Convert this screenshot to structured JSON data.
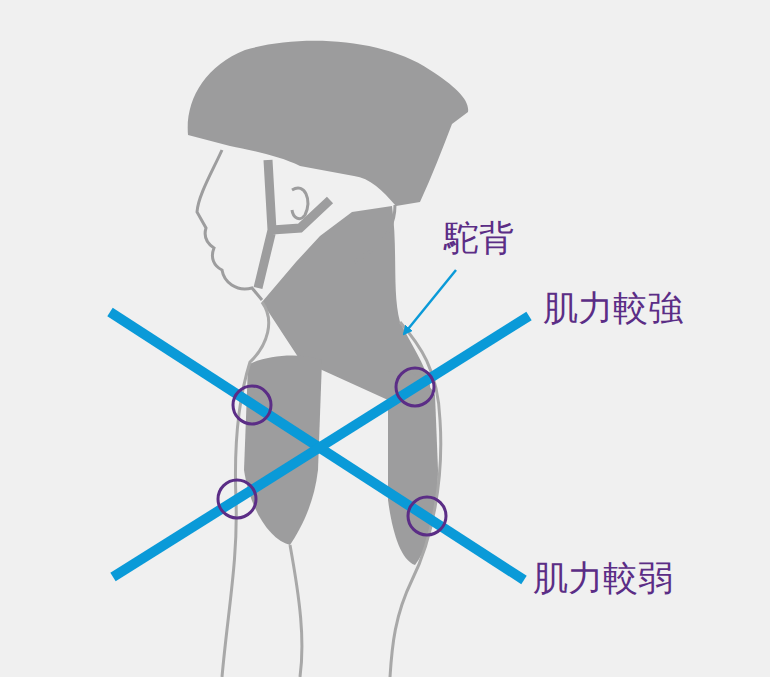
{
  "diagram": {
    "labels": [
      "駝背",
      "肌力較強",
      "肌力較弱"
    ]
  }
}
